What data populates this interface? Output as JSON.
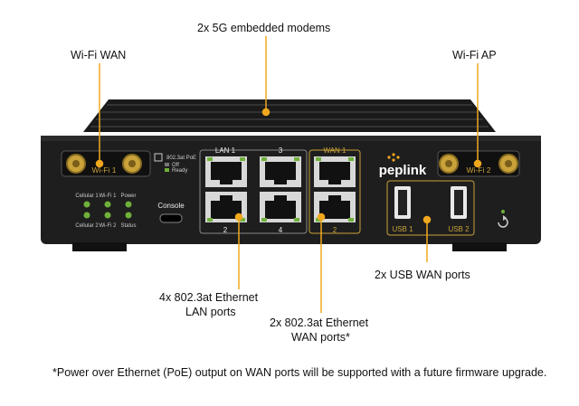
{
  "callouts": {
    "modems": "2x 5G embedded modems",
    "wifi_wan": "Wi-Fi WAN",
    "wifi_ap": "Wi-Fi AP",
    "usb_wan": "2x USB WAN ports",
    "lan_ports_line1": "4x 802.3at Ethernet",
    "lan_ports_line2": "LAN ports",
    "wan_ports_line1": "2x 802.3at Ethernet",
    "wan_ports_line2": "WAN ports*"
  },
  "footnote": "*Power over Ethernet (PoE) output on WAN ports will be supported with a future firmware upgrade.",
  "device": {
    "brand": "peplink",
    "antenna_left_label": "Wi-Fi 1",
    "antenna_right_label": "Wi-Fi 2",
    "poe_title": "802.3at PoE",
    "poe_off": "Off",
    "poe_ready": "Ready",
    "led_cellular1": "Cellular 1",
    "led_wifi1": "Wi-Fi 1",
    "led_power": "Power",
    "led_cellular2": "Cellular 2",
    "led_wifi2": "Wi-Fi 2",
    "led_status": "Status",
    "console": "Console",
    "lan_header_1": "LAN 1",
    "lan_header_3": "3",
    "lan_footer_2": "2",
    "lan_footer_4": "4",
    "wan_header_1": "WAN 1",
    "wan_footer_2": "2",
    "usb1": "USB 1",
    "usb2": "USB 2"
  },
  "colors": {
    "callout_line": "#f0a81e",
    "chassis": "#1c1c1c",
    "gold": "#c9a23a",
    "led_green": "#6fb03a"
  }
}
